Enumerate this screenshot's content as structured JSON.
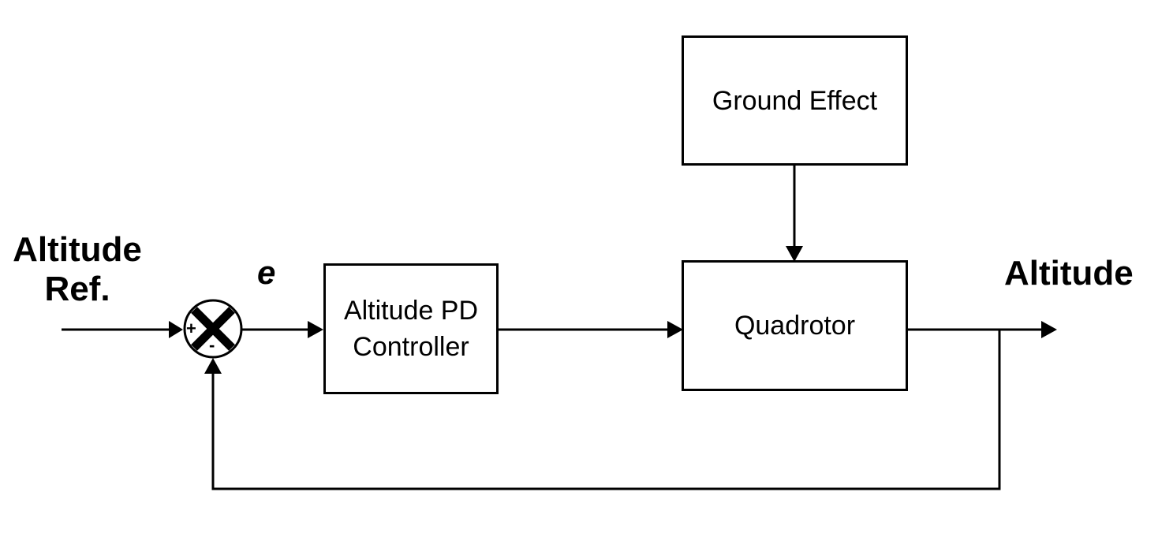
{
  "diagram": {
    "input_label_line1": "Altitude",
    "input_label_line2": "Ref.",
    "error_label": "e",
    "output_label": "Altitude",
    "summing_junction": {
      "plus": "+",
      "minus": "-"
    },
    "blocks": {
      "controller_line1": "Altitude PD",
      "controller_line2": "Controller",
      "plant": "Quadrotor",
      "disturbance": "Ground Effect"
    }
  }
}
